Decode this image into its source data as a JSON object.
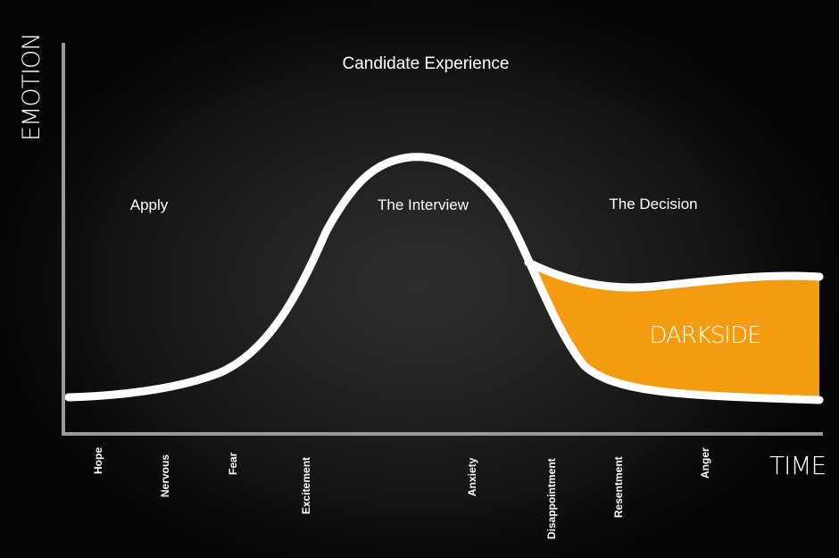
{
  "title": "Candidate Experience",
  "y_axis_title": "EMOTION",
  "x_axis_title": "TIME",
  "phases": {
    "apply": "Apply",
    "interview": "The Interview",
    "decision": "The Decision"
  },
  "darkside_label": "DARKSIDE",
  "emotions": [
    "Hope",
    "Nervous",
    "Fear",
    "Excitement",
    "Anxiety",
    "Disappointment",
    "Resentment",
    "Anger"
  ],
  "colors": {
    "background": "#000000",
    "curve": "#ffffff",
    "darkside_fill": "#f39c12",
    "axis": "#9a9a9a"
  }
}
